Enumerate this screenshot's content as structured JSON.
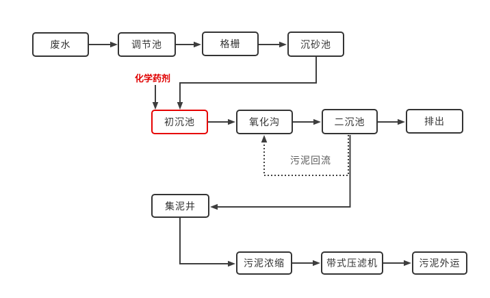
{
  "diagram": {
    "type": "flowchart",
    "subject": "wastewater-treatment-process",
    "background": "#ffffff",
    "nodes": [
      {
        "id": "wastewater",
        "label": "废水",
        "highlight": false
      },
      {
        "id": "regulation-tank",
        "label": "调节池",
        "highlight": false
      },
      {
        "id": "bar-screen",
        "label": "格栅",
        "highlight": false
      },
      {
        "id": "grit-chamber",
        "label": "沉砂池",
        "highlight": false
      },
      {
        "id": "primary-sedimentation-tank",
        "label": "初沉池",
        "highlight": true
      },
      {
        "id": "oxidation-ditch",
        "label": "氧化沟",
        "highlight": false
      },
      {
        "id": "secondary-sedimentation-tank",
        "label": "二沉池",
        "highlight": false
      },
      {
        "id": "discharge",
        "label": "排出",
        "highlight": false
      },
      {
        "id": "sludge-collection-well",
        "label": "集泥井",
        "highlight": false
      },
      {
        "id": "sludge-thickening",
        "label": "污泥浓缩",
        "highlight": false
      },
      {
        "id": "belt-filter-press",
        "label": "带式压滤机",
        "highlight": false
      },
      {
        "id": "sludge-transport-out",
        "label": "污泥外运",
        "highlight": false
      }
    ],
    "edges": [
      {
        "from": "wastewater",
        "to": "regulation-tank",
        "style": "solid"
      },
      {
        "from": "regulation-tank",
        "to": "bar-screen",
        "style": "solid"
      },
      {
        "from": "bar-screen",
        "to": "grit-chamber",
        "style": "solid"
      },
      {
        "from": "grit-chamber",
        "to": "primary-sedimentation-tank",
        "style": "solid-elbow"
      },
      {
        "from": "chemical-agent-annotation",
        "to": "primary-sedimentation-tank",
        "style": "solid"
      },
      {
        "from": "primary-sedimentation-tank",
        "to": "oxidation-ditch",
        "style": "solid"
      },
      {
        "from": "oxidation-ditch",
        "to": "secondary-sedimentation-tank",
        "style": "solid"
      },
      {
        "from": "secondary-sedimentation-tank",
        "to": "discharge",
        "style": "solid"
      },
      {
        "from": "secondary-sedimentation-tank",
        "to": "oxidation-ditch",
        "style": "dotted-elbow",
        "label": "污泥回流"
      },
      {
        "from": "secondary-sedimentation-tank",
        "to": "sludge-collection-well",
        "style": "solid-elbow"
      },
      {
        "from": "sludge-collection-well",
        "to": "sludge-thickening",
        "style": "solid-elbow"
      },
      {
        "from": "sludge-thickening",
        "to": "belt-filter-press",
        "style": "solid"
      },
      {
        "from": "belt-filter-press",
        "to": "sludge-transport-out",
        "style": "solid"
      }
    ],
    "annotations": {
      "chemical_agent": "化学药剂",
      "sludge_return": "污泥回流"
    },
    "colors": {
      "node_border": "#333333",
      "node_fill": "#ffffff",
      "highlight_border": "#e60000",
      "connector": "#3d3d3d",
      "node_text": "#333333",
      "annotation_red": "#e00000",
      "annotation_gray": "#595959"
    }
  }
}
